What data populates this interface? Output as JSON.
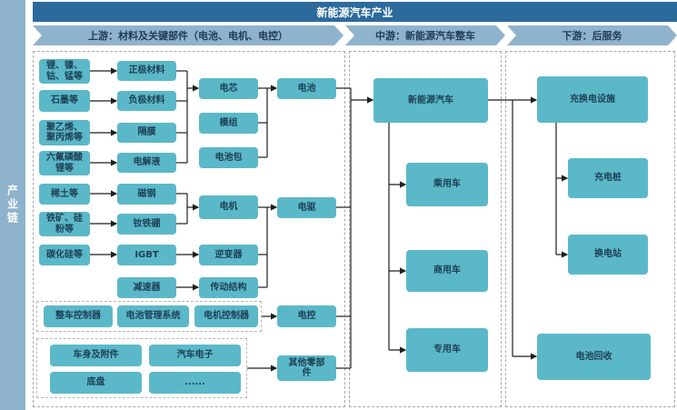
{
  "header": {
    "title": "新能源汽车产业",
    "sidebar_label": "产业链"
  },
  "sections": {
    "upstream": "上游：材料及关键部件（电池、电机、电控）",
    "midstream": "中游：新能源汽车整车",
    "downstream": "下游：后服务"
  },
  "nodes": {
    "raw_lico": "锂、镍、\n钴、锰等",
    "raw_graphite": "石墨等",
    "raw_pe_pp": "聚乙烯、\n聚丙烯等",
    "raw_lipf6": "六氟磷酸\n锂等",
    "cathode": "正极材料",
    "anode": "负极材料",
    "separator": "隔膜",
    "electrolyte": "电解液",
    "cell": "电芯",
    "module": "模组",
    "pack": "电池包",
    "battery": "电池",
    "rare_earth": "稀土等",
    "iron_si": "铁矿、硅\n粉等",
    "sic": "碳化硅等",
    "magnet_steel": "磁钢",
    "ndfeb": "钕铁硼",
    "igbt": "IGBT",
    "reducer": "减速器",
    "motor": "电机",
    "inverter": "逆变器",
    "transmission": "传动结构",
    "e_drive": "电驱",
    "vcu": "整车控制器",
    "bms": "电池管理系统",
    "mcu": "电机控制器",
    "e_control": "电控",
    "body": "车身及附件",
    "auto_elec": "汽车电子",
    "chassis": "底盘",
    "etc": "......",
    "other_parts": "其他零部\n件",
    "nev": "新能源汽车",
    "passenger": "乘用车",
    "commercial": "商用车",
    "special": "专用车",
    "charging_facility": "充换电设施",
    "charging_pile": "充电桩",
    "swap_station": "换电站",
    "recycling": "电池回收"
  },
  "colors": {
    "header": "#2c6a9c",
    "chevron": "#8fb3cc",
    "node": "#5bb8c8",
    "node_text": "#1d3f55",
    "line": "#1f1f1f"
  }
}
